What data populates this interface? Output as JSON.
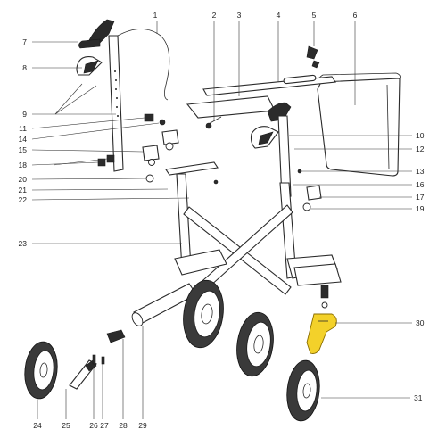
{
  "diagram": {
    "labels": [
      {
        "id": "p1",
        "text": "1"
      },
      {
        "id": "p2",
        "text": "2"
      },
      {
        "id": "p3",
        "text": "3"
      },
      {
        "id": "p4",
        "text": "4"
      },
      {
        "id": "p5",
        "text": "5"
      },
      {
        "id": "p6",
        "text": "6"
      },
      {
        "id": "p7",
        "text": "7"
      },
      {
        "id": "p8",
        "text": "8"
      },
      {
        "id": "p9",
        "text": "9"
      },
      {
        "id": "p10",
        "text": "10"
      },
      {
        "id": "p11",
        "text": "11"
      },
      {
        "id": "p12",
        "text": "12"
      },
      {
        "id": "p13",
        "text": "13"
      },
      {
        "id": "p14",
        "text": "14"
      },
      {
        "id": "p15",
        "text": "15"
      },
      {
        "id": "p16",
        "text": "16"
      },
      {
        "id": "p17",
        "text": "17"
      },
      {
        "id": "p18",
        "text": "18"
      },
      {
        "id": "p19",
        "text": "19"
      },
      {
        "id": "p20",
        "text": "20"
      },
      {
        "id": "p21",
        "text": "21"
      },
      {
        "id": "p22",
        "text": "22"
      },
      {
        "id": "p23",
        "text": "23"
      },
      {
        "id": "p24",
        "text": "24"
      },
      {
        "id": "p25",
        "text": "25"
      },
      {
        "id": "p26",
        "text": "26"
      },
      {
        "id": "p27",
        "text": "27"
      },
      {
        "id": "p28",
        "text": "28"
      },
      {
        "id": "p29",
        "text": "29"
      },
      {
        "id": "p30",
        "text": "30"
      },
      {
        "id": "p31",
        "text": "31"
      }
    ],
    "highlight_color": "#f3d12a",
    "highlighted_part": "30"
  }
}
